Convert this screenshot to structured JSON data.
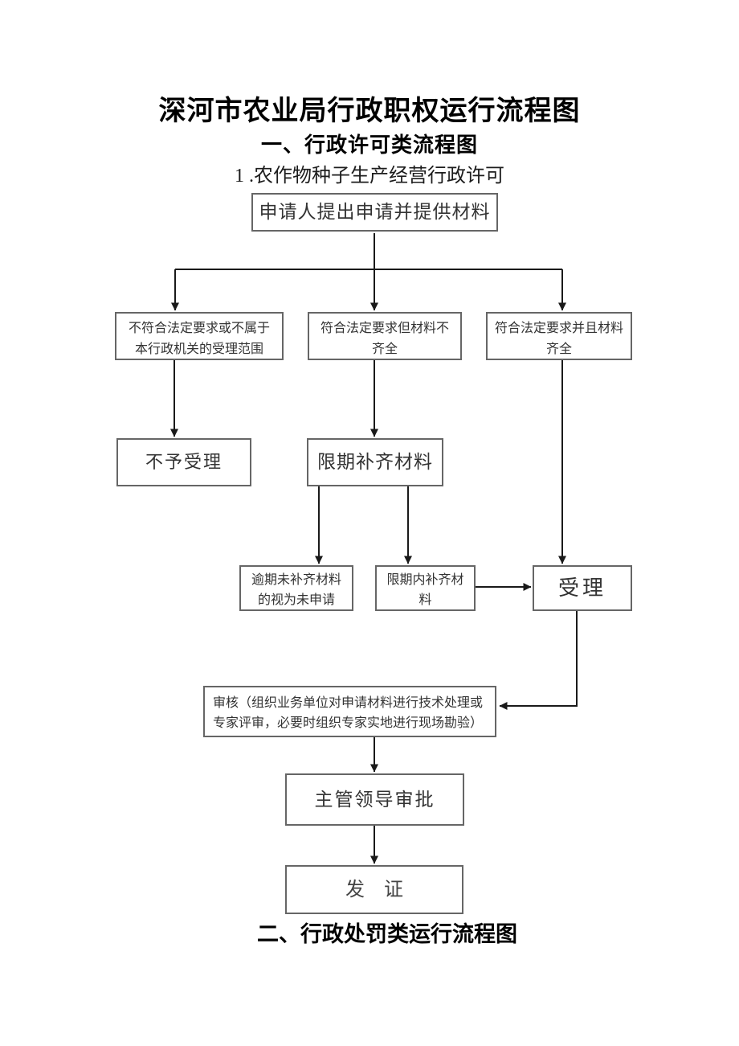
{
  "page": {
    "title": "深河市农业局行政职权运行流程图",
    "section1_heading": "一、行政许可类流程图",
    "step1_label": "1 .农作物种子生产经营行政许可",
    "section2_heading": "二、行政处罚类运行流程图"
  },
  "flowchart": {
    "nodes": {
      "apply": {
        "text": "申请人提出申请并提供材料"
      },
      "branch_reject": {
        "text": "不符合法定要求或不属于本行政机关的受理范围"
      },
      "branch_incomplete": {
        "text": "符合法定要求但材料不齐全"
      },
      "branch_complete": {
        "text": "符合法定要求并且材料齐全"
      },
      "not_accepted": {
        "text": "不予受理"
      },
      "supplement_deadline": {
        "text": "限期补齐材料"
      },
      "overdue": {
        "text": "逾期未补齐材料的视为未申请"
      },
      "in_time": {
        "text": "限期内补齐材料"
      },
      "accept": {
        "text": "受理"
      },
      "review": {
        "lines": [
          "审核（组织业务单位对申请材料进行技术处理或",
          "专家评审，必要时组织专家实地进行现场勘验）"
        ]
      },
      "approve": {
        "text": "主管领导审批"
      },
      "issue": {
        "text": "发　证"
      }
    },
    "colors": {
      "box_border": "#666666",
      "arrow": "#1a1a1a",
      "text": "#333333",
      "background": "#ffffff"
    }
  }
}
